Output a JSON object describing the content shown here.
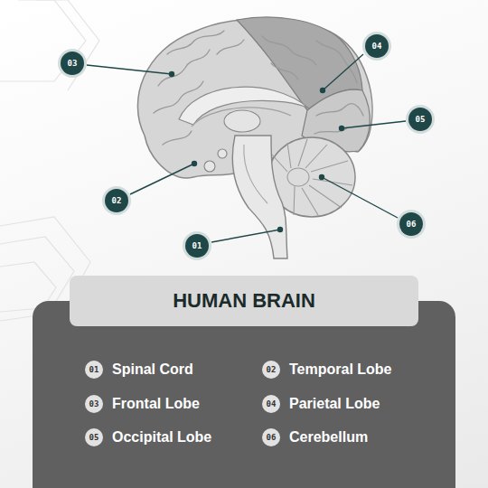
{
  "diagram": {
    "title": "HUMAN BRAIN",
    "nodes": [
      {
        "text": [
          "04"
        ]
      },
      {
        "text": [
          "03"
        ]
      },
      {
        "text": [
          "05"
        ]
      },
      {
        "text": [
          "02"
        ]
      },
      {
        "text": [
          "06"
        ]
      },
      {
        "text": [
          "01"
        ]
      }
    ],
    "labels": [
      "01",
      "02",
      "03",
      "04",
      "05",
      "06"
    ],
    "legend": [
      {
        "text": "Spinal Cord"
      },
      {
        "text": "Temporal Lobe"
      },
      {
        "text": "Frontal Lobe"
      },
      {
        "text": "Parietal Lobe"
      },
      {
        "text": "Occipital Lobe"
      },
      {
        "text": "Cerebellum"
      }
    ]
  }
}
